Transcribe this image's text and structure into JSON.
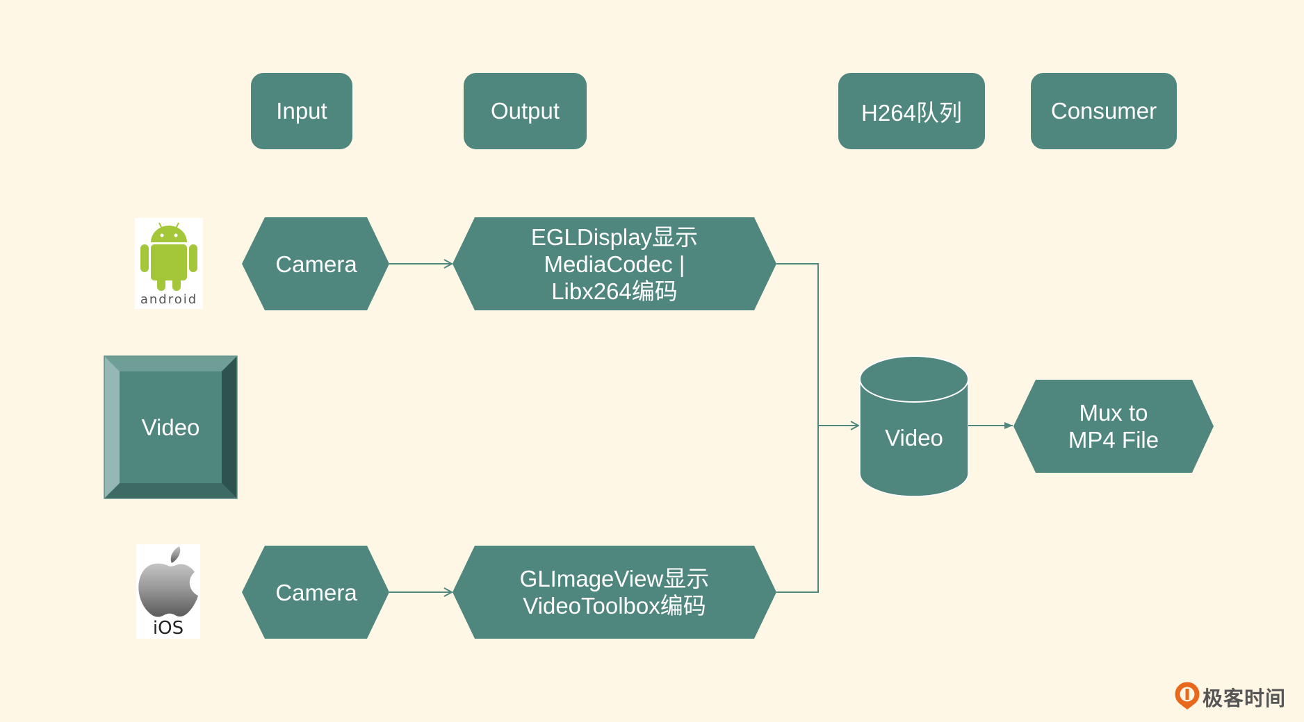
{
  "headers": [
    "Input",
    "Output",
    "H264队列",
    "Consumer"
  ],
  "android": {
    "logo_text": "android",
    "camera": "Camera",
    "encoder": [
      "EGLDisplay显示",
      "MediaCodec |",
      "Libx264编码"
    ]
  },
  "video_source": "Video",
  "ios": {
    "logo_text": "iOS",
    "camera": "Camera",
    "encoder": [
      "GLImageView显示",
      "VideoToolbox编码"
    ]
  },
  "queue": "Video",
  "consumer": [
    "Mux to",
    "MP4 File"
  ],
  "brand": "极客时间",
  "colors": {
    "background": "#fff7e5",
    "shape": "#4f867e",
    "brand": "#e8681e"
  }
}
